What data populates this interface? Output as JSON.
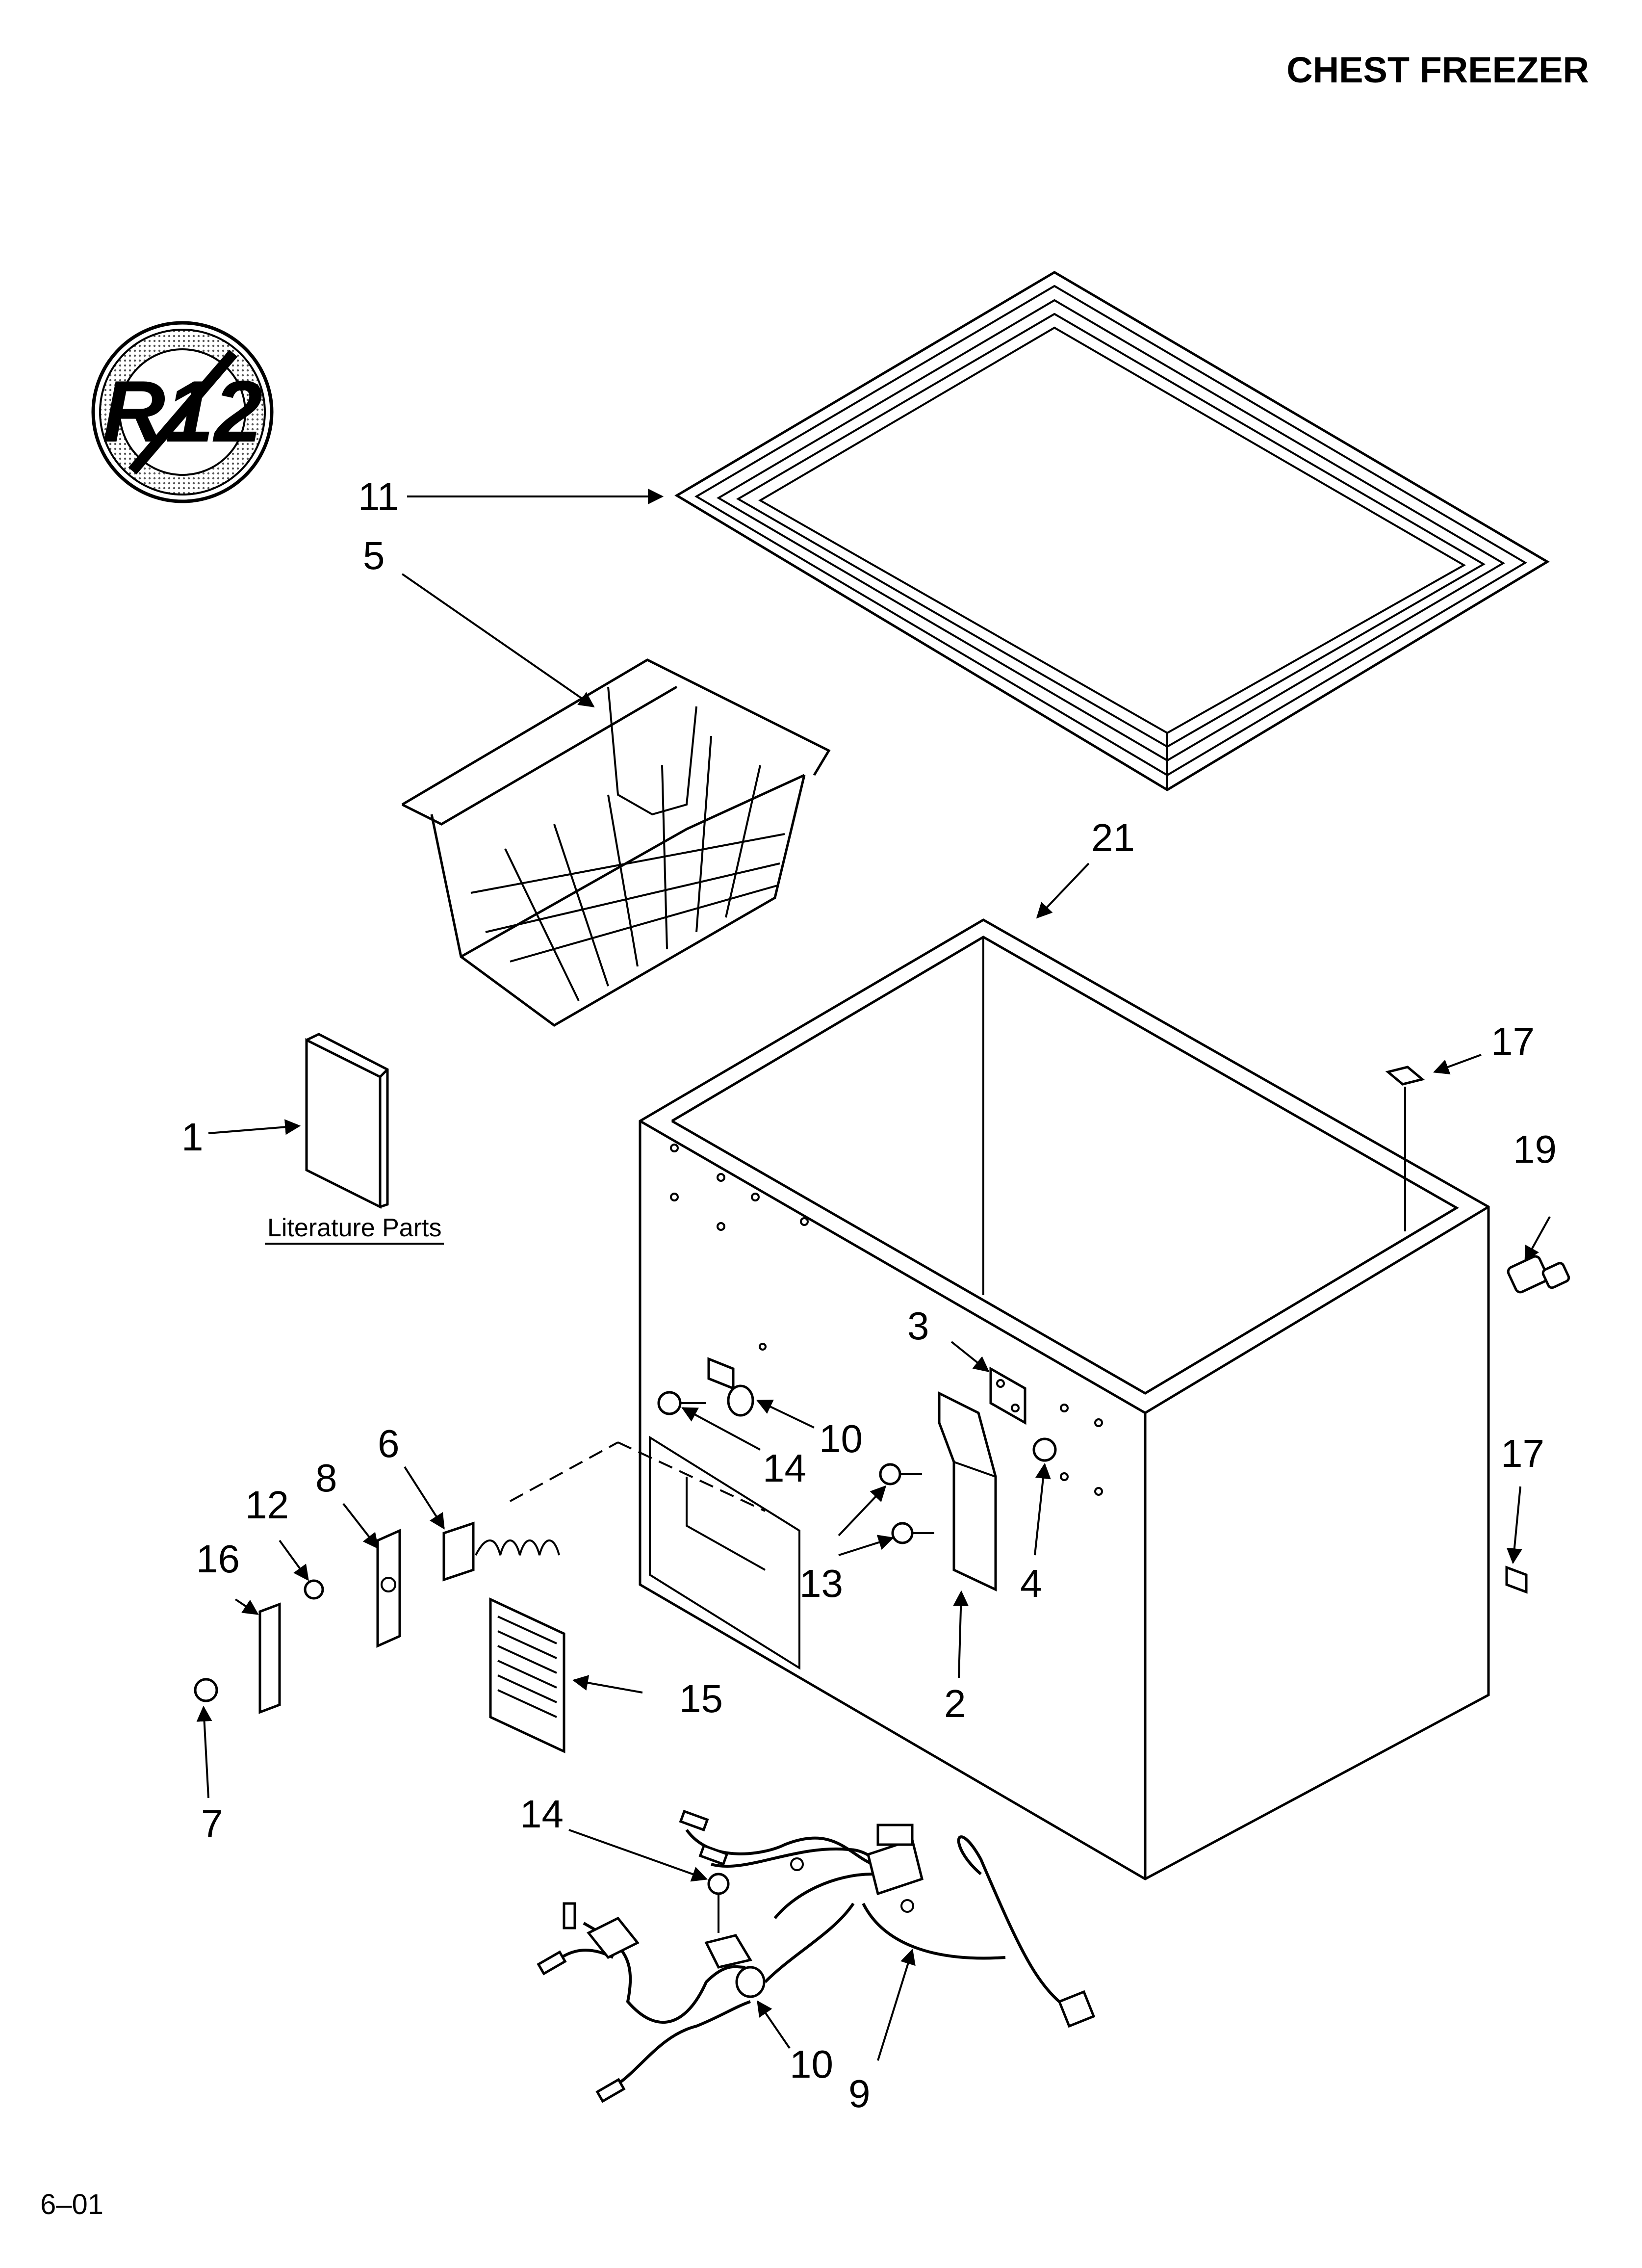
{
  "header": {
    "title": "CHEST FREEZER"
  },
  "footer": {
    "code": "6–01"
  },
  "logo": {
    "text": "R12"
  },
  "literature": {
    "label": "Literature Parts"
  },
  "callouts": [
    {
      "id": "c11",
      "label": "11"
    },
    {
      "id": "c5",
      "label": "5"
    },
    {
      "id": "c21",
      "label": "21"
    },
    {
      "id": "c17a",
      "label": "17"
    },
    {
      "id": "c19",
      "label": "19"
    },
    {
      "id": "c1",
      "label": "1"
    },
    {
      "id": "c3",
      "label": "3"
    },
    {
      "id": "c10a",
      "label": "10"
    },
    {
      "id": "c14a",
      "label": "14"
    },
    {
      "id": "c17b",
      "label": "17"
    },
    {
      "id": "c6",
      "label": "6"
    },
    {
      "id": "c8",
      "label": "8"
    },
    {
      "id": "c12",
      "label": "12"
    },
    {
      "id": "c16",
      "label": "16"
    },
    {
      "id": "c13",
      "label": "13"
    },
    {
      "id": "c4",
      "label": "4"
    },
    {
      "id": "c15",
      "label": "15"
    },
    {
      "id": "c2",
      "label": "2"
    },
    {
      "id": "c7",
      "label": "7"
    },
    {
      "id": "c14b",
      "label": "14"
    },
    {
      "id": "c10b",
      "label": "10"
    },
    {
      "id": "c9",
      "label": "9"
    }
  ]
}
